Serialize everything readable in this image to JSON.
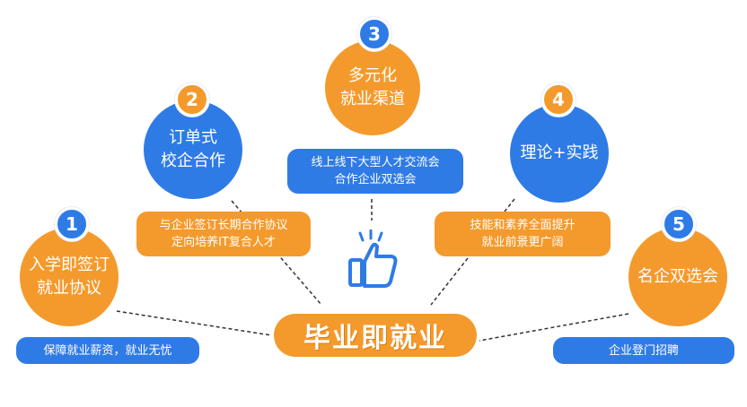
{
  "colors": {
    "orange": "#f49a2c",
    "blue": "#2f7be6",
    "dash": "#333333"
  },
  "center": {
    "label": "毕业即就业"
  },
  "icon": "thumbs-up-icon",
  "nodes": [
    {
      "number": "1",
      "title": "入学即签订\n就业协议",
      "detail": "保障就业薪资，就业无忧"
    },
    {
      "number": "2",
      "title": "订单式\n校企合作",
      "detail": "与企业签订长期合作协议\n定向培养IT复合人才"
    },
    {
      "number": "3",
      "title": "多元化\n就业渠道",
      "detail": "线上线下大型人才交流会\n合作企业双选会"
    },
    {
      "number": "4",
      "title": "理论+实践",
      "detail": "技能和素养全面提升\n就业前景更广阔"
    },
    {
      "number": "5",
      "title": "名企双选会",
      "detail": "企业登门招聘"
    }
  ]
}
